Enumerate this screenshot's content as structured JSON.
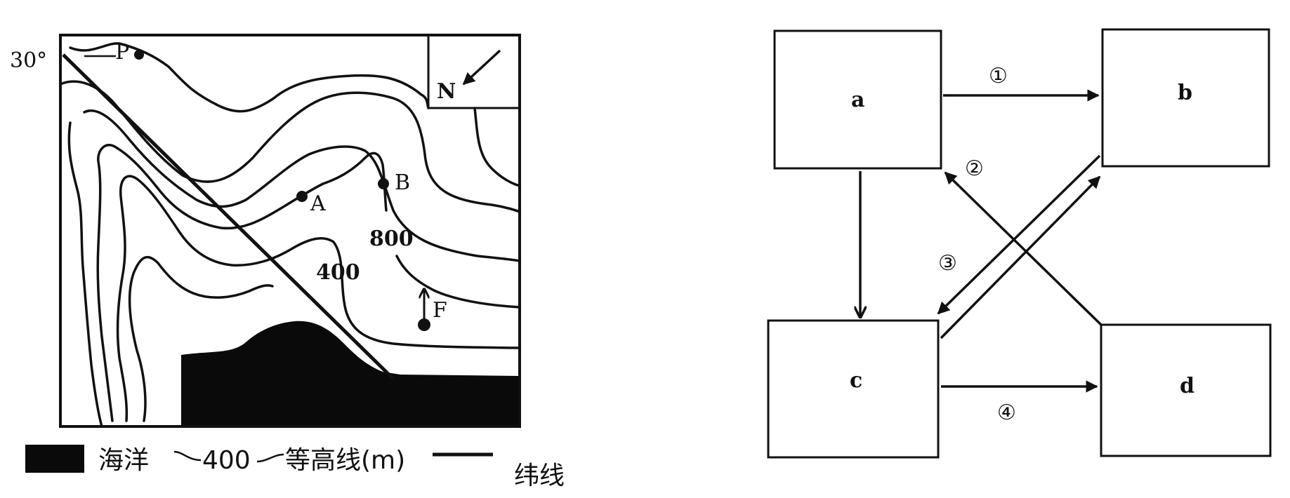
{
  "map": {
    "latitude_label": "30°",
    "north_label": "N",
    "points": {
      "P": "P",
      "A": "A",
      "B": "B",
      "F": "F"
    },
    "contour_labels": {
      "c400": "400",
      "c800": "800"
    }
  },
  "legend": {
    "ocean": "海洋",
    "contour_value": "400",
    "contour_text": "等高线(m)",
    "latitude_line": "纬线"
  },
  "flow_diagram": {
    "boxes": {
      "a": "a",
      "b": "b",
      "c": "c",
      "d": "d"
    },
    "arrows": {
      "1": "①",
      "2": "②",
      "3": "③",
      "4": "④"
    }
  }
}
